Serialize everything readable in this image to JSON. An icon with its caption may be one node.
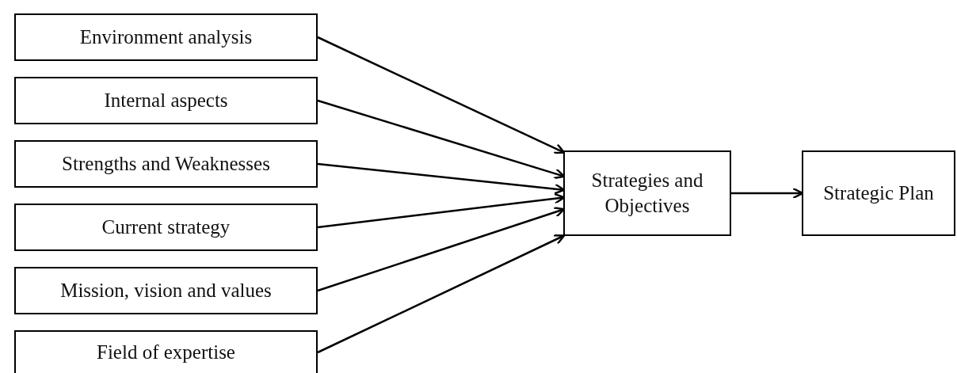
{
  "diagram": {
    "nodes": [
      {
        "text": [
          "Environment analysis"
        ]
      },
      {
        "text": [
          "Internal aspects"
        ]
      },
      {
        "text": [
          "Strengths and Weaknesses"
        ]
      },
      {
        "text": [
          "Current strategy"
        ]
      },
      {
        "text": [
          "Mission, vision and values"
        ]
      },
      {
        "text": [
          "Field of expertise"
        ]
      },
      {
        "text": [
          "Strategies and Objectives"
        ]
      },
      {
        "text": [
          "Strategic Plan"
        ]
      }
    ],
    "edges": [
      {
        "from": 0,
        "to": 6,
        "arrow": "to"
      },
      {
        "from": 1,
        "to": 6,
        "arrow": "to"
      },
      {
        "from": 2,
        "to": 6,
        "arrow": "to"
      },
      {
        "from": 3,
        "to": 6,
        "arrow": "to"
      },
      {
        "from": 4,
        "to": 6,
        "arrow": "to"
      },
      {
        "from": 5,
        "to": 6,
        "arrow": "to"
      },
      {
        "from": 6,
        "to": 7,
        "arrow": "to"
      }
    ]
  }
}
